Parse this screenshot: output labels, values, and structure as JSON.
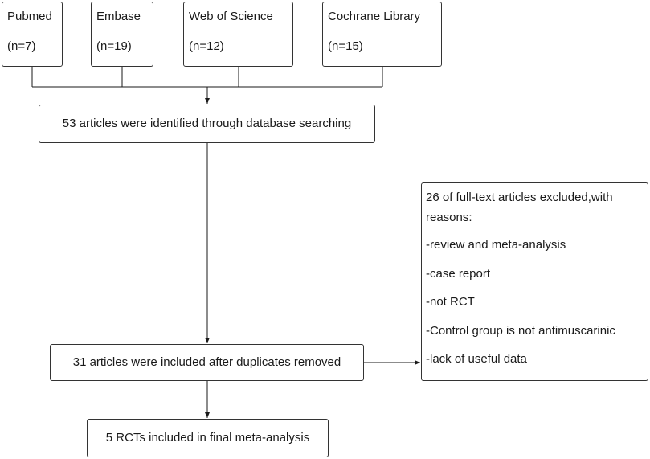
{
  "databases": [
    {
      "name": "Pubmed",
      "count": "(n=7)"
    },
    {
      "name": "Embase",
      "count": "(n=19)"
    },
    {
      "name": "Web of Science",
      "count": "(n=12)"
    },
    {
      "name": "Cochrane Library",
      "count": "(n=15)"
    }
  ],
  "steps": {
    "identified": "53 articles were identified through database searching",
    "after_duplicates": "31 articles were included after duplicates removed",
    "final": "5 RCTs included in final meta-analysis"
  },
  "exclusion": {
    "lines": [
      "26 of full-text articles excluded,with",
      "reasons:",
      "-review and meta-analysis",
      "-case report",
      "-not RCT",
      "-Control group is not antimuscarinic",
      "-lack of useful data"
    ]
  },
  "colors": {
    "line": "#1a1a1a",
    "border": "#333333",
    "background": "#ffffff"
  }
}
